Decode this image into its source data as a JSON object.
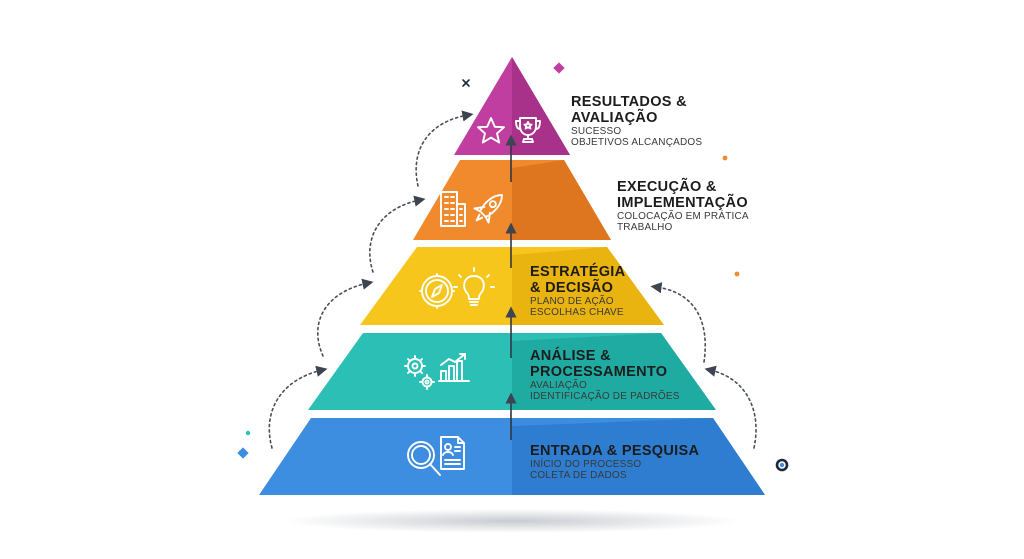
{
  "pyramid": {
    "levels": [
      {
        "key": "results",
        "title_lines": [
          "RESULTADOS &",
          "AVALIAÇÃO"
        ],
        "sub_lines": [
          "SUCESSO",
          "OBJETIVOS ALCANÇADOS"
        ],
        "color": "#c03ea0",
        "shade": "#a8318a",
        "icons": [
          "star-icon",
          "trophy-icon"
        ]
      },
      {
        "key": "execution",
        "title_lines": [
          "EXECUÇÃO &",
          "IMPLEMENTAÇÃO"
        ],
        "sub_lines": [
          "COLOCAÇÃO EM PRÁTICA",
          "TRABALHO"
        ],
        "color": "#f1892d",
        "shade": "#de7620",
        "icons": [
          "building-icon",
          "rocket-icon"
        ]
      },
      {
        "key": "strategy",
        "title_lines": [
          "ESTRATÉGIA",
          "& DECISÃO"
        ],
        "sub_lines": [
          "PLANO DE AÇÃO",
          "ESCOLHAS CHAVE"
        ],
        "color": "#f7c61d",
        "shade": "#eab410",
        "icons": [
          "compass-icon",
          "lightbulb-icon"
        ]
      },
      {
        "key": "analysis",
        "title_lines": [
          "ANÁLISE &",
          "PROCESSAMENTO"
        ],
        "sub_lines": [
          "AVALIAÇÃO",
          "IDENTIFICAÇÃO DE PADRÕES"
        ],
        "color": "#2bbfb6",
        "shade": "#20aba2",
        "icons": [
          "gears-icon",
          "growth-chart-icon"
        ]
      },
      {
        "key": "input",
        "title_lines": [
          "ENTRADA & PESQUISA"
        ],
        "sub_lines": [
          "INÍCIO DO PROCESSO",
          "COLETA DE DADOS"
        ],
        "color": "#3d8ee0",
        "shade": "#2e7dd0",
        "icons": [
          "magnifier-icon",
          "document-icon"
        ]
      }
    ]
  },
  "decorations": {
    "accent_colors": [
      "#c03ea0",
      "#f1892d",
      "#3d8ee0",
      "#2bbfb6",
      "#1e2a3a"
    ],
    "icons": [
      "diamond-icon",
      "sparkle-icon",
      "dot-icon",
      "ring-icon"
    ]
  }
}
